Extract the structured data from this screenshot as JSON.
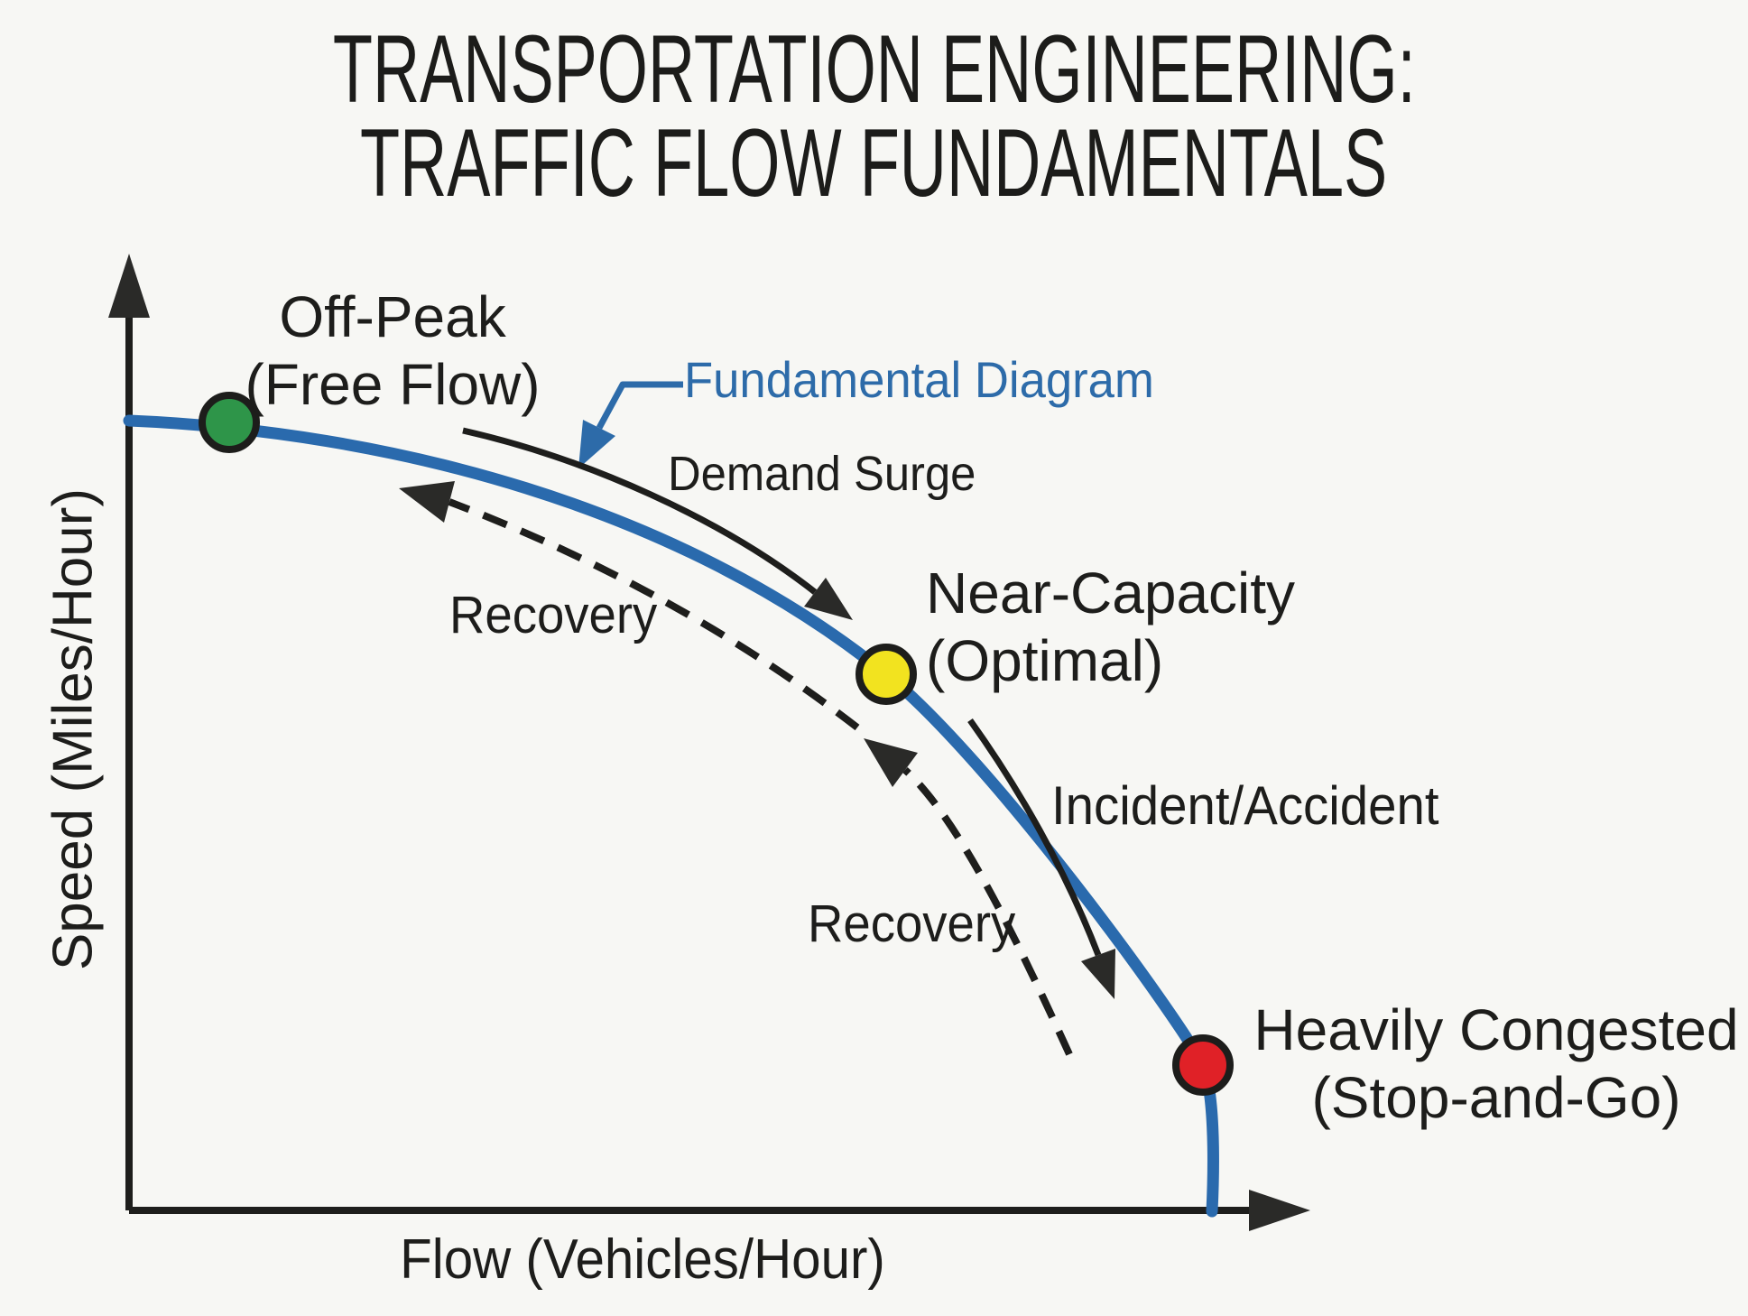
{
  "title": {
    "line1": "TRANSPORTATION ENGINEERING:",
    "line2": "TRAFFIC FLOW FUNDAMENTALS"
  },
  "axes": {
    "y_label": "Speed (Miles/Hour)",
    "x_label": "Flow (Vehicles/Hour)"
  },
  "curve": {
    "label": "Fundamental Diagram"
  },
  "points": [
    {
      "id": "off-peak",
      "label_line1": "Off-Peak",
      "label_line2": "(Free Flow)",
      "color": "#2e9549"
    },
    {
      "id": "near-capacity",
      "label_line1": "Near-Capacity",
      "label_line2": "(Optimal)",
      "color": "#f2e31f"
    },
    {
      "id": "heavily-congested",
      "label_line1": "Heavily Congested",
      "label_line2": "(Stop-and-Go)",
      "color": "#e02127"
    }
  ],
  "transitions": [
    {
      "id": "demand-surge",
      "label": "Demand Surge",
      "style": "solid"
    },
    {
      "id": "recovery-upper",
      "label": "Recovery",
      "style": "dashed"
    },
    {
      "id": "incident-accident",
      "label": "Incident/Accident",
      "style": "solid"
    },
    {
      "id": "recovery-lower",
      "label": "Recovery",
      "style": "dashed"
    }
  ],
  "colors": {
    "curve_blue": "#2a6aad",
    "annotation_blue": "#2d6ba9",
    "ink": "#1d1d1b",
    "green_point": "#2e9549",
    "yellow_point": "#f2e31f",
    "red_point": "#e02127",
    "background": "#f7f7f4"
  },
  "chart": {
    "type": "line",
    "description_axes": "qualitative, no numeric ticks shown",
    "x_axis": "Flow (Vehicles/Hour)",
    "y_axis": "Speed (Miles/Hour)",
    "curve_shape": "monotonic concave-down speed-flow curve from high speed/low flow to low speed/high flow",
    "marked_states": [
      "Off-Peak (Free Flow)",
      "Near-Capacity (Optimal)",
      "Heavily Congested (Stop-and-Go)"
    ]
  }
}
